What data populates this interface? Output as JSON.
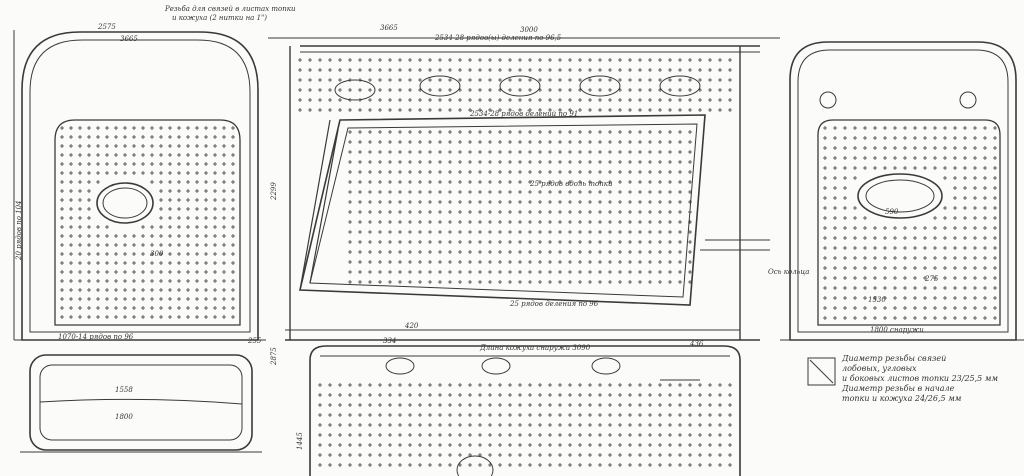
{
  "title": {
    "line1": "Резьба для связей в листах топки",
    "line2": "и кожуха (2 нитки на 1\")"
  },
  "notes": {
    "line1": "Диаметр резьбы связей",
    "line2": "лобовых, угловых",
    "line3": "и боковых листов топки 23/25,5 мм",
    "line4": "Диаметр резьбы в начале",
    "line5": "топки и кожуха 24/26,5 мм"
  },
  "dimensions": {
    "d2575": "2575",
    "d3665": "3665",
    "d3665b": "3665",
    "d3000": "3000",
    "top_rows": "2534-28 рядов(ы) деления по 96,5",
    "rows28": "2534-28 рядов делений по 91",
    "rows25": "25 рядов вдоль топки",
    "rows25b": "25 рядов деления по 96",
    "casing_length": "Длина кожуха снаружи 3090",
    "width_1800": "1800 снаружи",
    "width_1800b": "1800",
    "d1558": "1558",
    "d1530": "1530",
    "d590": "590",
    "d420": "420",
    "d436": "436",
    "d334": "334",
    "d1445": "1445",
    "d2299": "2299",
    "d2875": "2875",
    "axis_ring": "Ось кольца",
    "rows_left": "20 рядов по 104",
    "d1070": "1070-14 рядов по 96",
    "d255": "255",
    "d300": "300",
    "d275": "275"
  },
  "colors": {
    "ink": "#3a3a3a",
    "paper": "#fbfbf9"
  }
}
